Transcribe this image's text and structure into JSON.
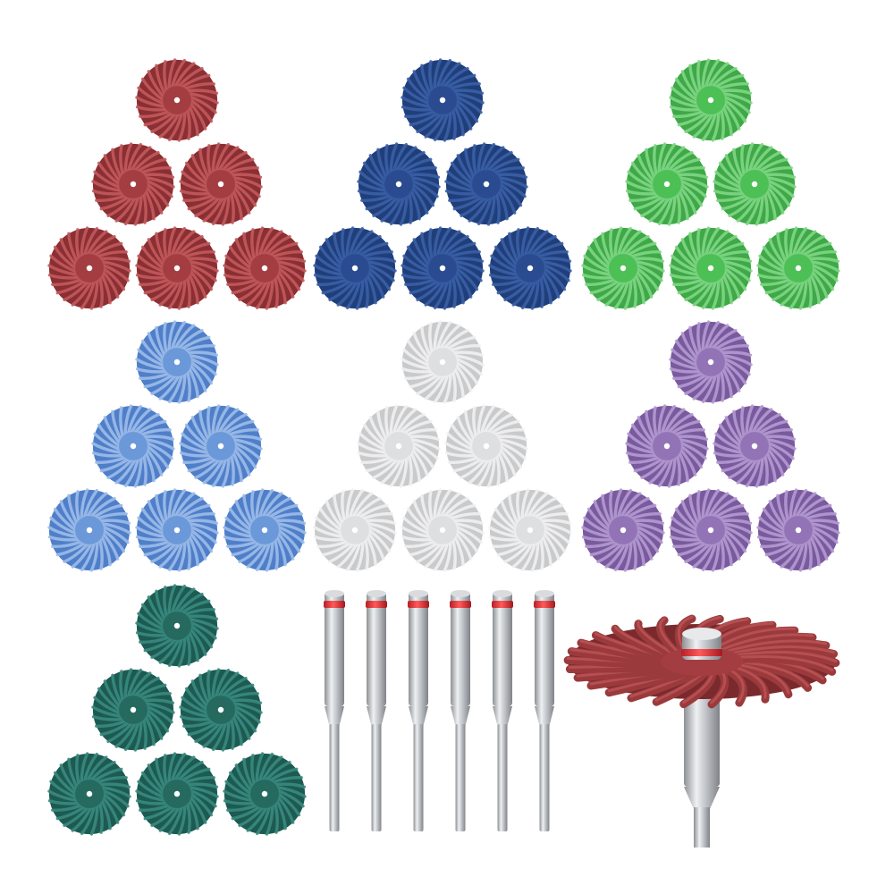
{
  "product": {
    "brush_groups": [
      {
        "color_name": "red",
        "base": "#8a2f33",
        "light": "#c25a5c",
        "hub": "#a33d42",
        "count": 6
      },
      {
        "color_name": "dark-blue",
        "base": "#203f7a",
        "light": "#3a5fa6",
        "hub": "#2a4b8f",
        "count": 6
      },
      {
        "color_name": "green",
        "base": "#3fa847",
        "light": "#7fd685",
        "hub": "#4cbf55",
        "count": 6
      },
      {
        "color_name": "light-blue",
        "base": "#4f7fc9",
        "light": "#9dbde9",
        "hub": "#6b98d8",
        "count": 6
      },
      {
        "color_name": "white",
        "base": "#c9cacc",
        "light": "#f1f1f2",
        "hub": "#dedfe0",
        "count": 6
      },
      {
        "color_name": "purple",
        "base": "#7a5a9e",
        "light": "#b49ad0",
        "hub": "#9274b6",
        "count": 6
      },
      {
        "color_name": "teal",
        "base": "#1d5a52",
        "light": "#3a8a7e",
        "hub": "#25695f",
        "count": 6
      }
    ],
    "mandrels": {
      "count": 6,
      "band_color": "#e23a3a",
      "metal_color": "#b9bcc0"
    },
    "mounted_brush": {
      "color": "#9b3a3c"
    }
  }
}
